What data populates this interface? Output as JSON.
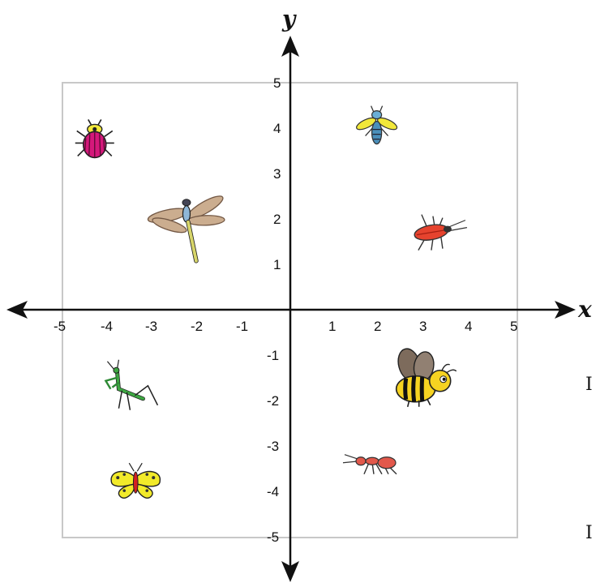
{
  "axes": {
    "x_label": "x",
    "y_label": "y",
    "x_ticks": [
      "-5",
      "-4",
      "-3",
      "-2",
      "-1",
      "1",
      "2",
      "3",
      "4",
      "5"
    ],
    "y_ticks": [
      "5",
      "4",
      "3",
      "2",
      "1",
      "-1",
      "-2",
      "-3",
      "-4",
      "-5"
    ],
    "range": [
      -5,
      5
    ]
  },
  "insects": [
    {
      "name": "beetle",
      "x": -4.3,
      "y": 3.7
    },
    {
      "name": "dragonfly",
      "x": -2.3,
      "y": 2.0
    },
    {
      "name": "fly",
      "x": 1.9,
      "y": 4.0
    },
    {
      "name": "firefly",
      "x": 3.1,
      "y": 1.7
    },
    {
      "name": "mantis",
      "x": -3.7,
      "y": -1.6
    },
    {
      "name": "bee",
      "x": 2.9,
      "y": -1.6
    },
    {
      "name": "butterfly",
      "x": -3.4,
      "y": -3.8
    },
    {
      "name": "ant",
      "x": 1.8,
      "y": -3.4
    }
  ],
  "edge_glyphs": [
    "I",
    "I"
  ],
  "colors": {
    "frame": "#c8c8c8",
    "axis": "#111111"
  }
}
